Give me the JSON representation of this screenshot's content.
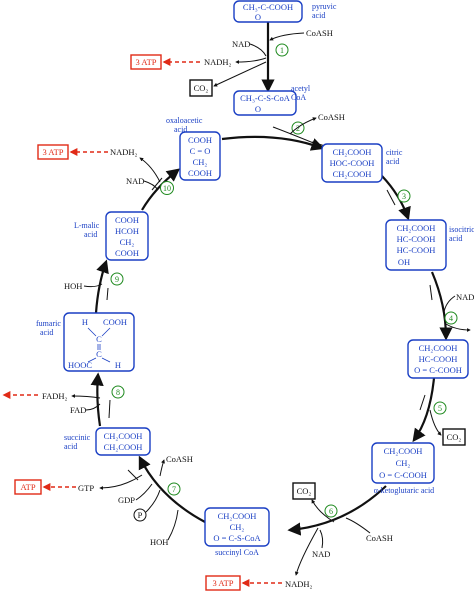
{
  "molecules": {
    "pyruvic": {
      "formula": [
        "CH₃-C-COOH",
        "O"
      ],
      "label": [
        "pyruvic",
        "acid"
      ]
    },
    "acetyl": {
      "formula": [
        "CH₃-C-S-CoA",
        "O"
      ],
      "label": [
        "acetyl",
        "CoA"
      ]
    },
    "citric": {
      "formula": [
        "CH₂COOH",
        "HOC-COOH",
        "CH₂COOH"
      ],
      "label": [
        "citric",
        "acid"
      ]
    },
    "isocitric": {
      "formula": [
        "CH₂COOH",
        "HC-COOH",
        "HC-COOH",
        "OH"
      ],
      "label": [
        "isocitric",
        "acid"
      ]
    },
    "oxalosuccinic": {
      "formula": [
        "CH₂COOH",
        "HC-COOH",
        "O = C-COOH"
      ],
      "label": []
    },
    "ketoglutaric": {
      "formula": [
        "CH₂COOH",
        "CH₂",
        "O = C-COOH"
      ],
      "label": [
        "α-ketoglutaric acid"
      ]
    },
    "succinylcoa": {
      "formula": [
        "CH₂COOH",
        "CH₂",
        "O = C-S-CoA"
      ],
      "label": [
        "succinyl CoA"
      ]
    },
    "succinic": {
      "formula": [
        "CH₂COOH",
        "CH₂COOH"
      ],
      "label": [
        "succinic",
        "acid"
      ]
    },
    "fumaric": {
      "formula": [
        "H",
        "COOH",
        "C",
        "C",
        "HOOC",
        "H"
      ],
      "label": [
        "fumaric",
        "acid"
      ]
    },
    "malic": {
      "formula": [
        "COOH",
        "HCOH",
        "CH₂",
        "COOH"
      ],
      "label": [
        "L-malic",
        "acid"
      ]
    },
    "oxaloacetic": {
      "formula": [
        "COOH",
        "C = O",
        "CH₂",
        "COOH"
      ],
      "label": [
        "oxaloacetic",
        "acid"
      ]
    }
  },
  "cofactors": {
    "coash_top": "CoASH",
    "nad_top": "NAD",
    "nadh2_top": "NADH₂",
    "coash_step2": "CoASH",
    "nad_step10": "NAD",
    "nadh2_step10": "NADH₂",
    "hoh_step9": "HOH",
    "fad_step8": "FAD",
    "fadh2_step8": "FADH₂",
    "coash_step7": "CoASH",
    "gtp_step7": "GTP",
    "gdp_step7": "GDP",
    "p_step7": "P",
    "hoh_step7": "HOH",
    "nad_step6": "NAD",
    "nadh2_step6": "NADH₂",
    "coash_step6": "CoASH",
    "nad_step4": "NAD"
  },
  "co2": {
    "top": "CO₂",
    "step5": "CO₂",
    "step6": "CO₂"
  },
  "energy": {
    "atp_top": "3 ATP",
    "atp_step10": "3 ATP",
    "atp_step7": "ATP",
    "atp_step6": "3 ATP"
  },
  "steps": [
    "1",
    "2",
    "3",
    "4",
    "5",
    "6",
    "7",
    "8",
    "9",
    "10"
  ],
  "colors": {
    "molecule": "#1a3fc4",
    "energy": "#e02a16",
    "step": "#1f8a1f",
    "cofactor": "#111111"
  }
}
